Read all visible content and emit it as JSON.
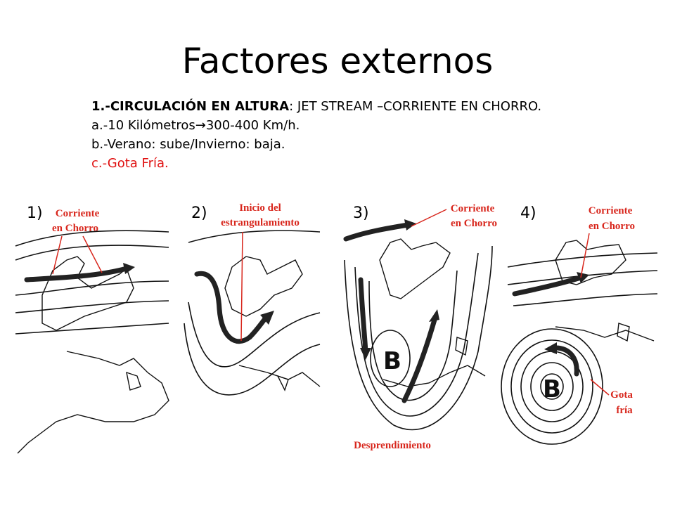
{
  "slide": {
    "title": "Factores externos",
    "bullets": {
      "line1_bold": "1.-CIRCULACIÓN EN ALTURA",
      "line1_rest": ": JET STREAM –CORRIENTE EN CHORRO.",
      "line2_a": "a.-10 Kilómetros",
      "line2_arrow": "→",
      "line2_b": "300-400 Km/h.",
      "line3": "b.-Verano: sube/Invierno: baja.",
      "line4": "c.-Gota Fría."
    }
  },
  "figure": {
    "panels": [
      {
        "number": "1)",
        "labels": [
          "Corriente",
          "en Chorro"
        ]
      },
      {
        "number": "2)",
        "labels": [
          "Inicio del",
          "estrangulamiento"
        ]
      },
      {
        "number": "3)",
        "labels": [
          "Corriente",
          "en Chorro"
        ],
        "low_label": "B",
        "bottom_label": "Desprendimiento"
      },
      {
        "number": "4)",
        "labels": [
          "Corriente",
          "en Chorro"
        ],
        "low_label": "B",
        "side_labels": [
          "Gota",
          "fría"
        ]
      }
    ],
    "colors": {
      "annotation": "#d8261c",
      "ink": "#111111"
    }
  }
}
